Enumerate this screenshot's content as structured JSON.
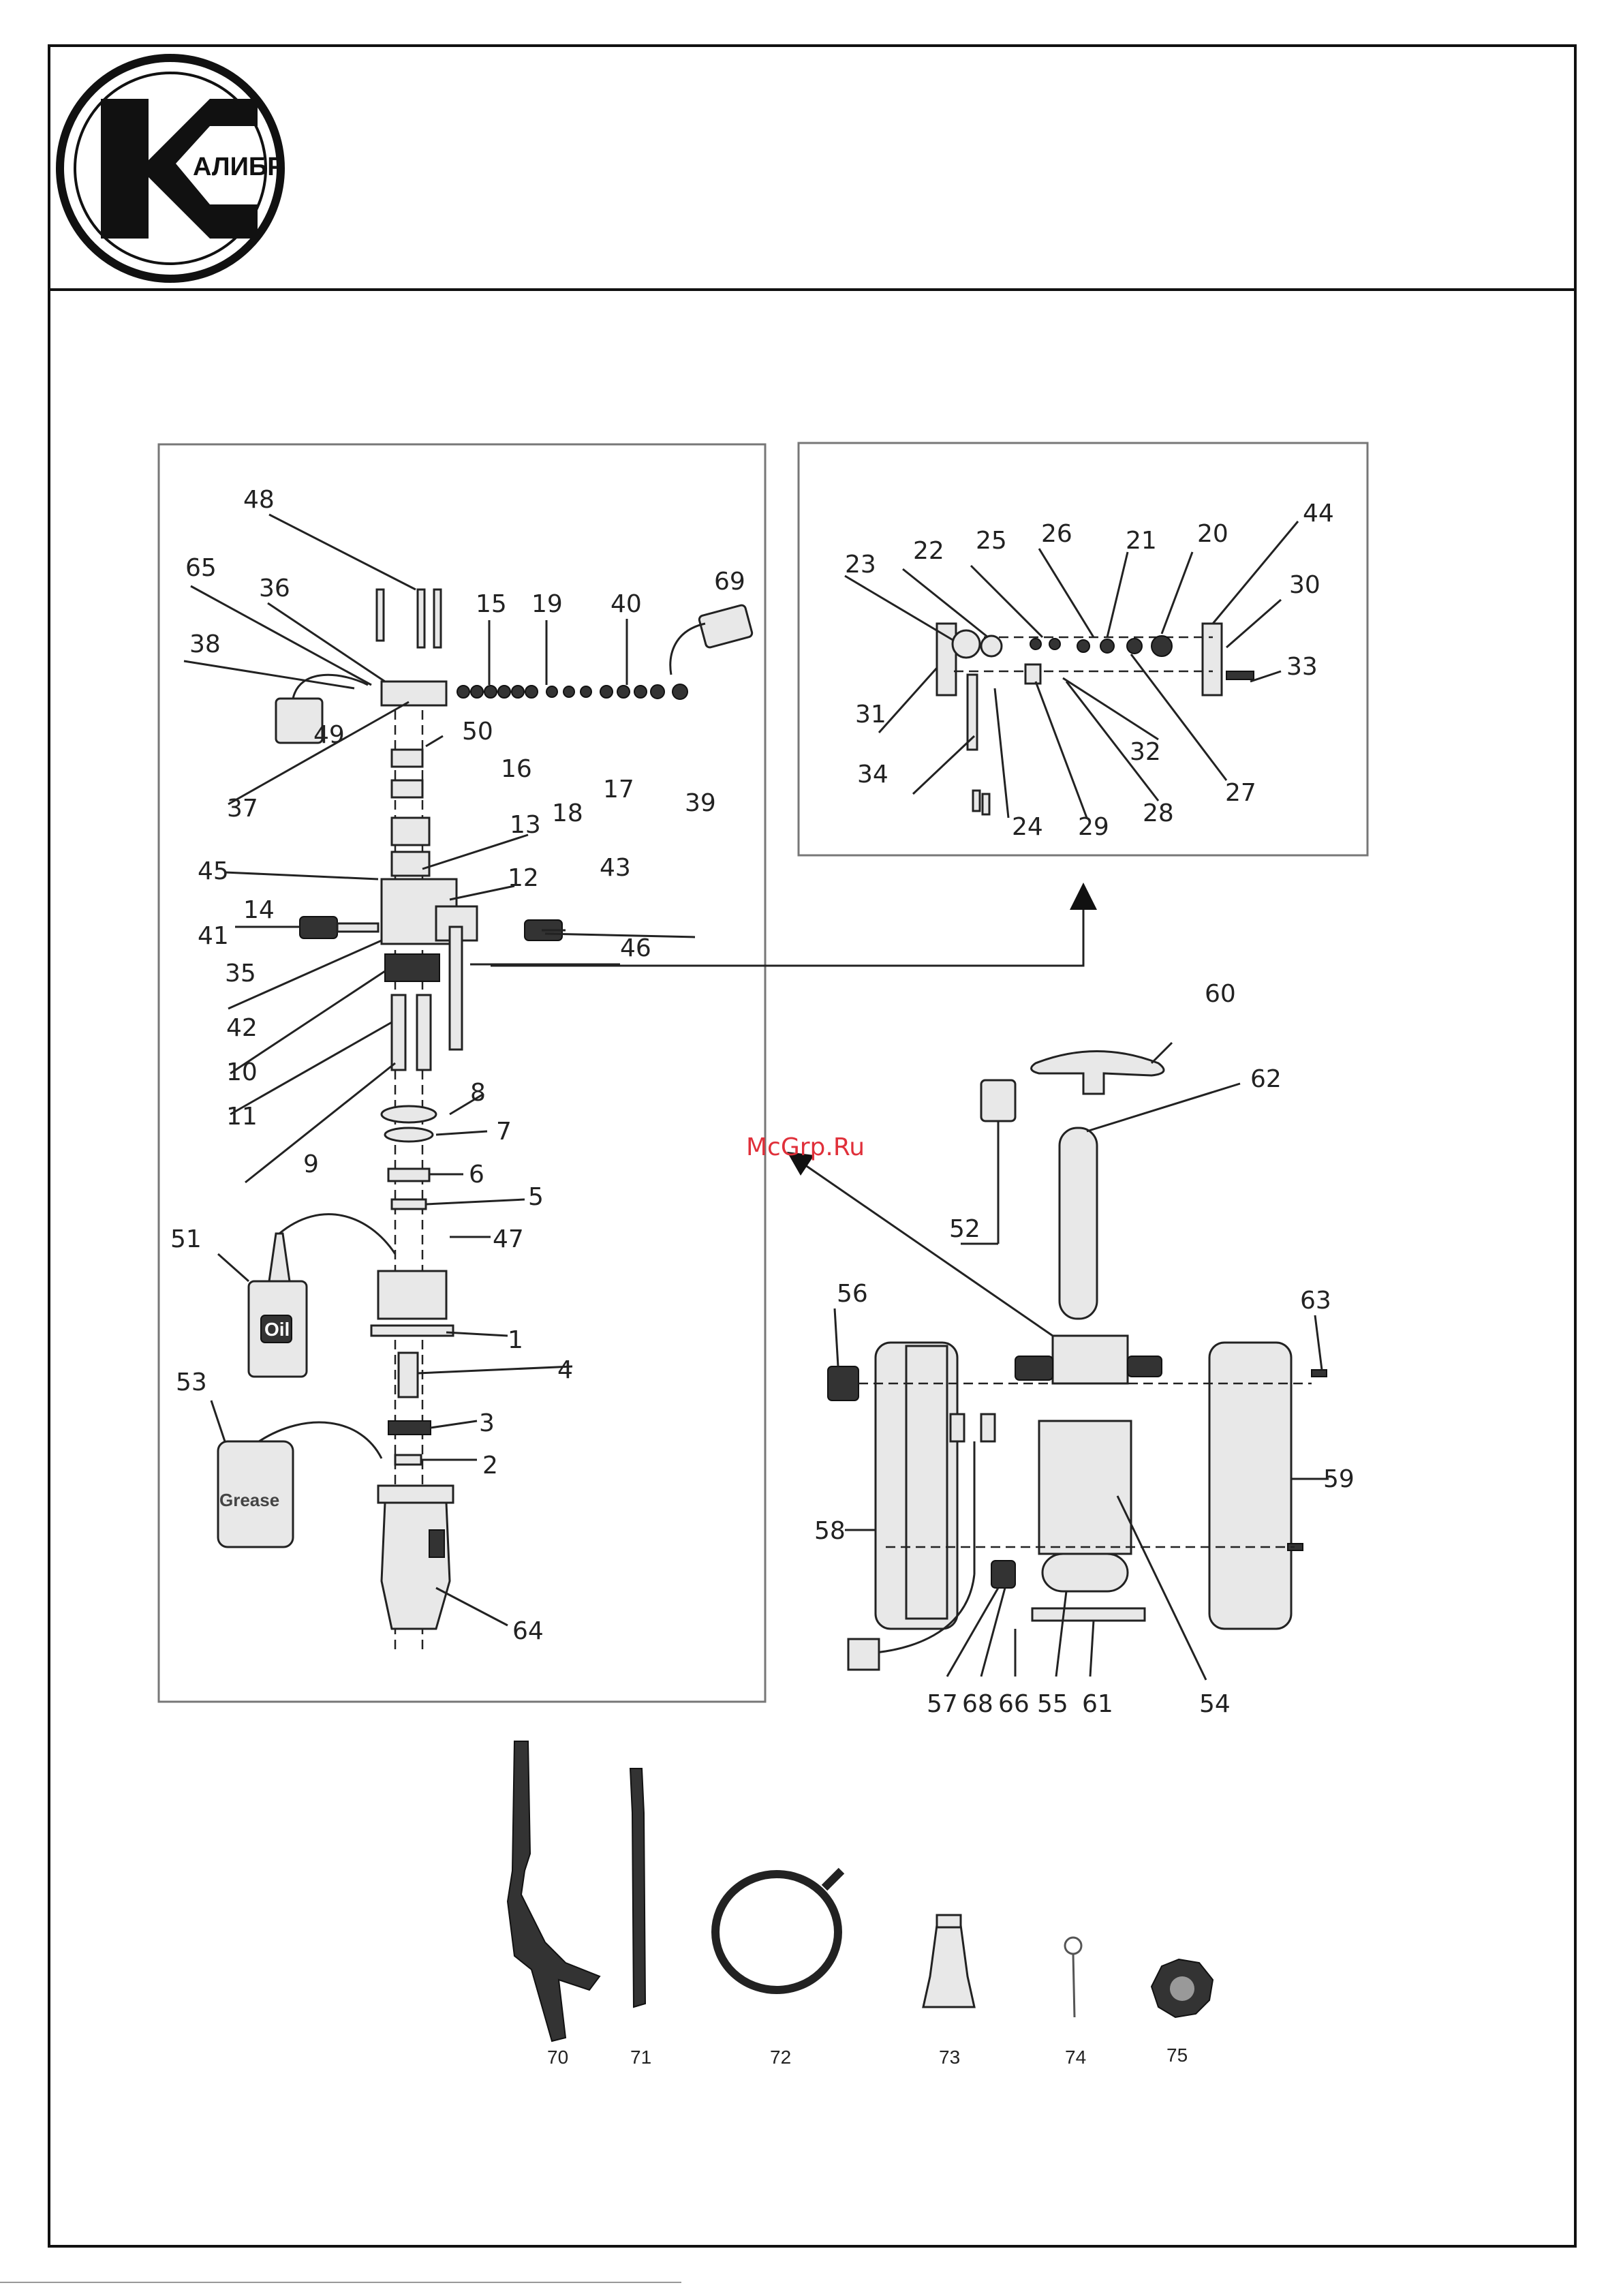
{
  "logo": {
    "text": "АЛИБР"
  },
  "watermark": "McGrp.Ru",
  "labels": {
    "p48": "48",
    "p65": "65",
    "p36": "36",
    "p15": "15",
    "p19": "19",
    "p40": "40",
    "p69": "69",
    "p38": "38",
    "p49": "49",
    "p50": "50",
    "p18": "18",
    "p17": "17",
    "p39": "39",
    "p37": "37",
    "p16": "16",
    "p13": "13",
    "p45": "45",
    "p12": "12",
    "p14": "14",
    "p43": "43",
    "p41": "41",
    "p35": "35",
    "p46": "46",
    "p42": "42",
    "p10": "10",
    "p11": "11",
    "p8": "8",
    "p7": "7",
    "p9": "9",
    "p6": "6",
    "p5": "5",
    "p51": "51",
    "p47": "47",
    "p1": "1",
    "p4": "4",
    "p53": "53",
    "p3": "3",
    "p2": "2",
    "p64": "64",
    "p23": "23",
    "p22": "22",
    "p25": "25",
    "p26": "26",
    "p21": "21",
    "p20": "20",
    "p44": "44",
    "p30": "30",
    "p33": "33",
    "p31": "31",
    "p32": "32",
    "p27": "27",
    "p34": "34",
    "p24": "24",
    "p29": "29",
    "p28": "28",
    "p60": "60",
    "p62": "62",
    "p52": "52",
    "p56": "56",
    "p63": "63",
    "p59": "59",
    "p58": "58",
    "p54": "54",
    "p57": "57",
    "p68": "68",
    "p66": "66",
    "p55": "55",
    "p61": "61",
    "p70": "70",
    "p71": "71",
    "p72": "72",
    "p73": "73",
    "p74": "74",
    "p75": "75"
  },
  "oil_text": "Oil",
  "grease_text": "Grease"
}
